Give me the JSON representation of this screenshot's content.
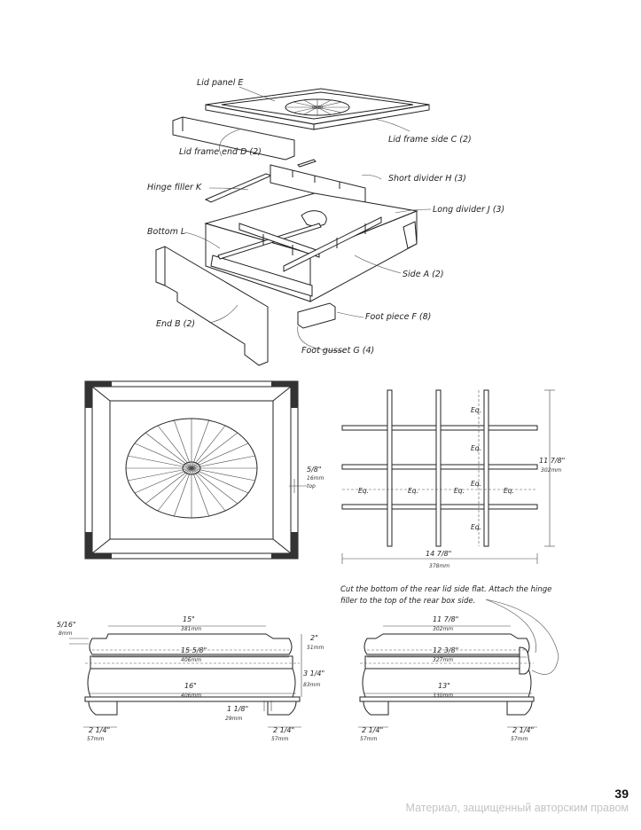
{
  "exploded_view": {
    "labels": [
      "Lid panel E",
      "Lid frame end D (2)",
      "Lid frame side C (2)",
      "Hinge filler K",
      "Short divider H (3)",
      "Long divider J (3)",
      "Bottom L",
      "Side A (2)",
      "End B (2)",
      "Foot piece F (8)",
      "Foot gusset G (4)"
    ]
  },
  "lid_plan": {
    "thickness_in": "5/8\"",
    "thickness_mm": "16mm",
    "thickness_note": "top"
  },
  "divider_plan": {
    "eq": "Eq.",
    "width_in": "14 7/8\"",
    "width_mm": "378mm",
    "depth_in": "11 7/8\"",
    "depth_mm": "302mm"
  },
  "side_elevation": {
    "top_in": "15\"",
    "top_mm": "381mm",
    "lid_in": "15 5/8\"",
    "lid_mm": "406mm",
    "base_in": "16\"",
    "base_mm": "406mm",
    "lid_height_in": "2\"",
    "lid_height_mm": "51mm",
    "box_height_in": "3 1/4\"",
    "box_height_mm": "83mm",
    "lip_in": "5/16\"",
    "lip_mm": "8mm",
    "gap_in": "1 1/8\"",
    "gap_mm": "29mm",
    "foot_in": "2 1/4\"",
    "foot_mm": "57mm"
  },
  "end_elevation": {
    "note": "Cut the bottom of the rear lid side flat. Attach the hinge filler to the top of the rear box side.",
    "top_in": "11 7/8\"",
    "top_mm": "302mm",
    "lid_in": "12 3/8\"",
    "lid_mm": "327mm",
    "base_in": "13\"",
    "base_mm": "330mm",
    "foot_in": "2 1/4\"",
    "foot_mm": "57mm"
  },
  "footer": {
    "page_number": "39",
    "watermark": "Материал, защищенный авторским правом"
  }
}
